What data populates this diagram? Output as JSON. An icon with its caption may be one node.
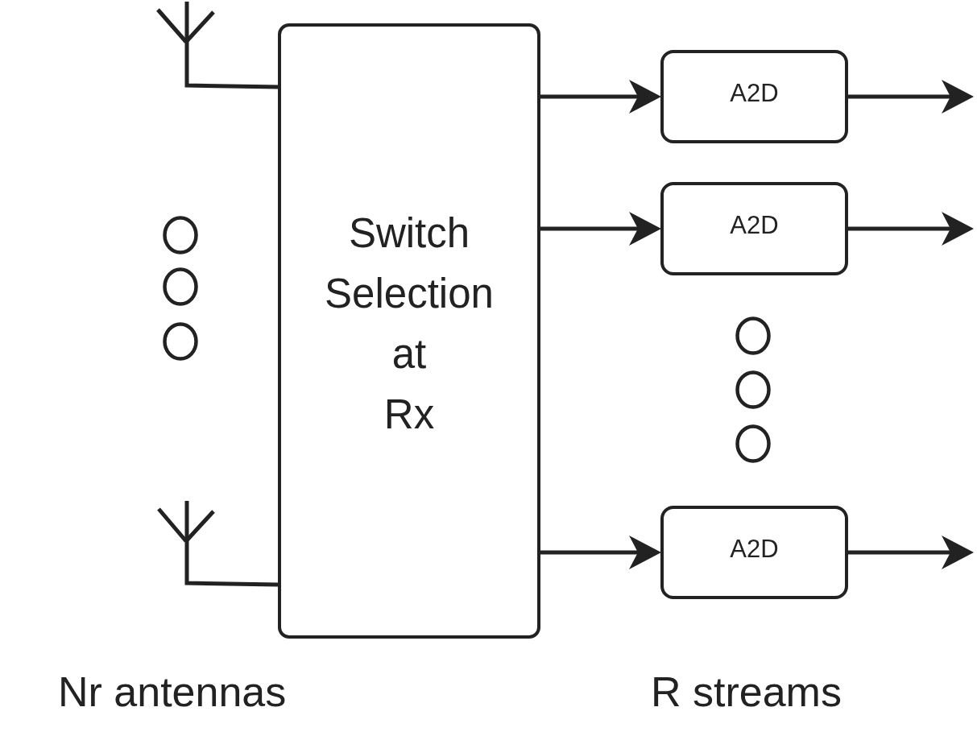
{
  "diagram": {
    "nodes": [
      {
        "text": [],
        "shape": "antenna"
      },
      {
        "text": [],
        "shape": "antenna"
      },
      {
        "text": [
          "Switch Selection at Rx"
        ]
      },
      {
        "text": [
          "A2D"
        ]
      },
      {
        "text": [
          "A2D"
        ]
      },
      {
        "text": [
          "A2D"
        ]
      }
    ],
    "edges": [
      {
        "from": 0,
        "to": 2,
        "arrow": "none"
      },
      {
        "from": 1,
        "to": 2,
        "arrow": "none"
      },
      {
        "from": 2,
        "to": 3,
        "arrow": "to"
      },
      {
        "from": 2,
        "to": 4,
        "arrow": "to"
      },
      {
        "from": 2,
        "to": 5,
        "arrow": "to"
      },
      {
        "from": 3,
        "to": null,
        "arrow": "to"
      },
      {
        "from": 4,
        "to": null,
        "arrow": "to"
      },
      {
        "from": 5,
        "to": null,
        "arrow": "to"
      }
    ],
    "labels": [
      "Nr antennas",
      "R streams"
    ]
  }
}
